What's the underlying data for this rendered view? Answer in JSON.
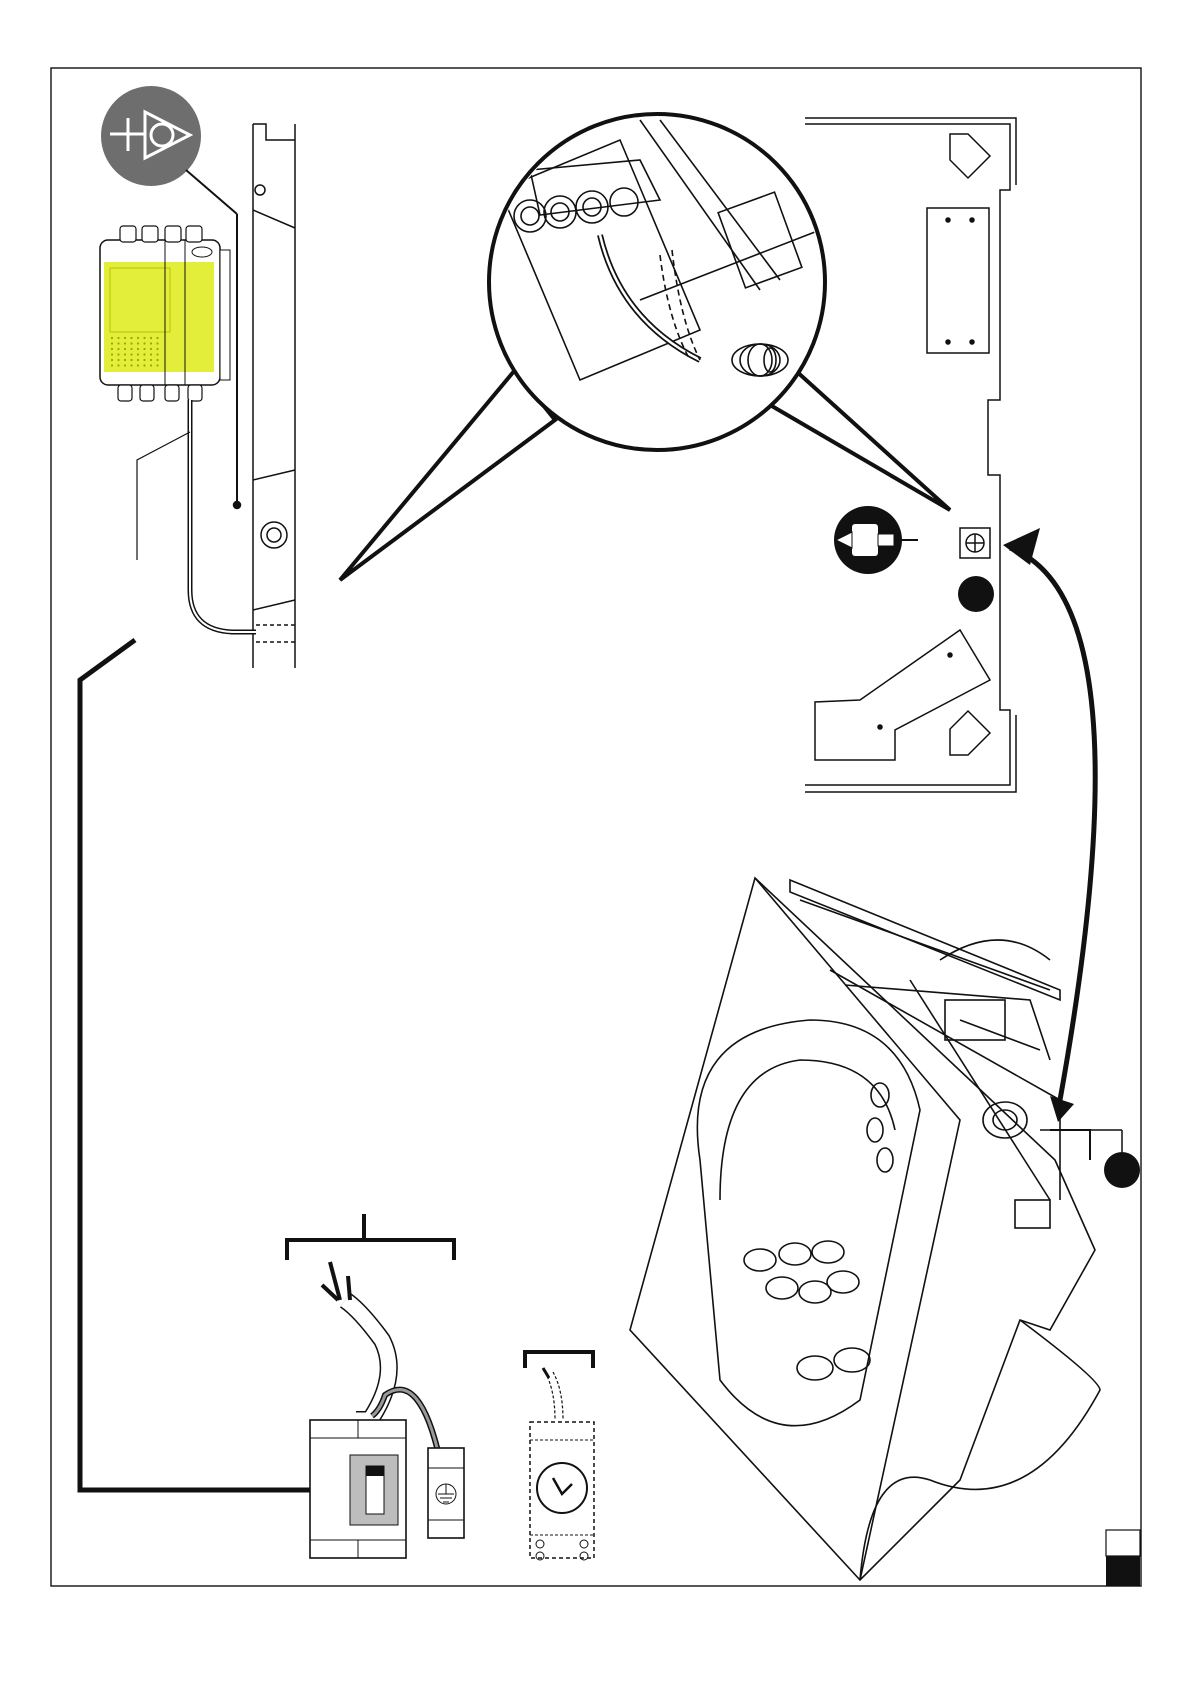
{
  "page": {
    "background": "#ffffff",
    "line_color": "#111111",
    "symbol_fill": "#6e6e6e",
    "control_box_fill": "#e2ee3a",
    "breaker_handle_fill": "#bdbdbd",
    "corner_marker_fill": "#111111"
  },
  "icons": {
    "equipotential": "equipotential-bonding-symbol",
    "callout_dot_upper": "callout-dot",
    "callout_dot_lower": "callout-dot",
    "drill": "drill-icon",
    "timer": "timer-clock-icon",
    "earth": "earth-terminal-icon"
  },
  "components": [
    "control-box",
    "bathtub-with-jet-system",
    "wall-panel-detail",
    "magnified-cable-gland-detail",
    "circuit-breaker",
    "earth-terminal",
    "timer-switch",
    "supply-cable"
  ]
}
